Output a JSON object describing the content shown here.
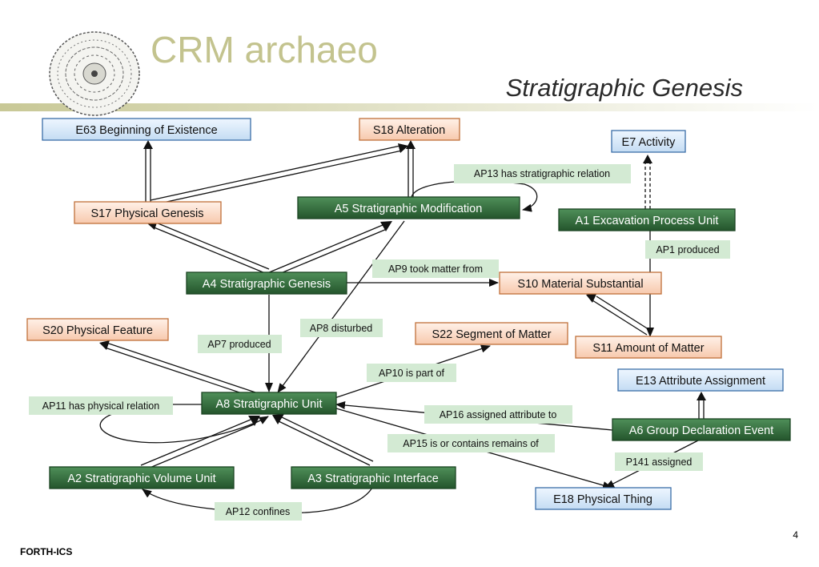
{
  "header": {
    "title": "CRM archaeo",
    "subtitle": "Stratigraphic Genesis",
    "logo_icon": "phaistos-disc-icon"
  },
  "footer": {
    "org": "FORTH-ICS",
    "page_number": "4"
  },
  "colors": {
    "blue_fill": "#d4e6f7",
    "blue_border": "#3b6ea8",
    "salmon_fill": "#fadbc8",
    "salmon_border": "#c0703a",
    "green_fill": "#2f6b3a",
    "green_border": "#1b4422",
    "property_fill": "#d3ead3",
    "title_color": "#c3c38e",
    "bar_color": "#cfcfa0"
  },
  "nodes": {
    "e63": "E63 Beginning of Existence",
    "s18": "S18 Alteration",
    "e7": "E7 Activity",
    "s17": "S17 Physical Genesis",
    "a5": "A5 Stratigraphic Modification",
    "a1": "A1 Excavation Process Unit",
    "a4": "A4 Stratigraphic Genesis",
    "s10": "S10 Material Substantial",
    "s20": "S20 Physical Feature",
    "s22": "S22 Segment of Matter",
    "s11": "S11 Amount of Matter",
    "e13": "E13 Attribute Assignment",
    "a8": "A8 Stratigraphic Unit",
    "a6": "A6 Group Declaration Event",
    "a2": "A2 Stratigraphic Volume Unit",
    "a3": "A3 Stratigraphic Interface",
    "e18": "E18 Physical Thing"
  },
  "properties": {
    "ap13": "AP13 has stratigraphic relation",
    "ap1": "AP1 produced",
    "ap9": "AP9  took matter from",
    "ap8": "AP8 disturbed",
    "ap7": "AP7 produced",
    "ap10": "AP10 is part of",
    "ap11": "AP11 has physical relation",
    "ap16": "AP16 assigned attribute to",
    "ap15": "AP15 is or contains remains of",
    "p141": "P141 assigned",
    "ap12": "AP12 confines"
  }
}
